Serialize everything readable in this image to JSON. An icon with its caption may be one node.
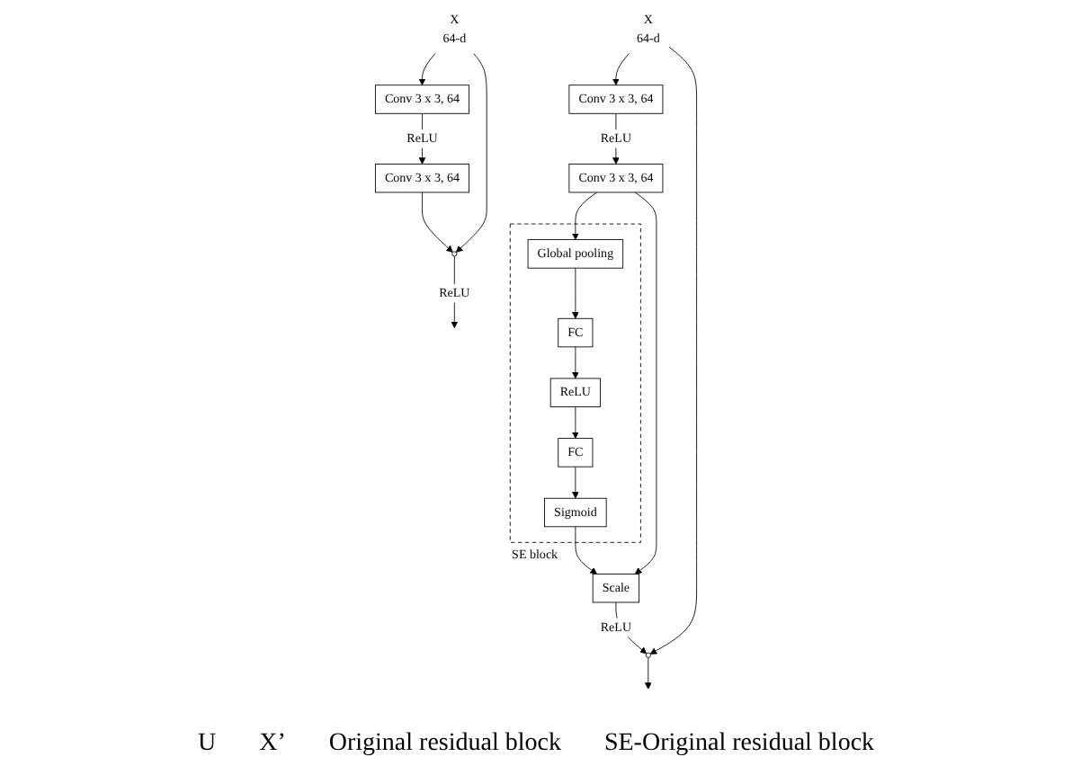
{
  "diagram": {
    "nodes": [
      {
        "text": [
          "X"
        ],
        "beside": [
          "64-d"
        ]
      },
      {
        "text": [
          "Conv 3 x 3, 64"
        ]
      },
      {
        "text": [
          "Conv 3 x 3, 64"
        ]
      },
      {
        "text": [],
        "shape": "circle"
      },
      {
        "text": [
          "X"
        ],
        "beside": [
          "64-d"
        ]
      },
      {
        "text": [
          "Conv 3 x 3, 64"
        ]
      },
      {
        "text": [
          "Conv 3 x 3, 64"
        ]
      },
      {
        "text": [
          "SE block"
        ]
      },
      {
        "text": [
          "Global pooling"
        ],
        "in": 7
      },
      {
        "text": [
          "FC"
        ],
        "in": 7
      },
      {
        "text": [
          "ReLU"
        ],
        "in": 7
      },
      {
        "text": [
          "FC"
        ],
        "in": 7
      },
      {
        "text": [
          "Sigmoid"
        ],
        "in": 7
      },
      {
        "text": [
          "Scale"
        ]
      },
      {
        "text": [],
        "shape": "circle"
      }
    ],
    "edges": [
      {
        "from": 0,
        "to": 1,
        "arrow": "to"
      },
      {
        "from": 1,
        "to": 2,
        "arrow": "to",
        "label": "ReLU"
      },
      {
        "from": 2,
        "to": 3,
        "arrow": "to"
      },
      {
        "from": 0,
        "to": 3,
        "arrow": "to"
      },
      {
        "from": 3,
        "to": null,
        "arrow": "to",
        "label": "ReLU"
      },
      {
        "from": 4,
        "to": 5,
        "arrow": "to"
      },
      {
        "from": 5,
        "to": 6,
        "arrow": "to",
        "label": "ReLU"
      },
      {
        "from": 6,
        "to": 8,
        "arrow": "to"
      },
      {
        "from": 8,
        "to": 9,
        "arrow": "to"
      },
      {
        "from": 9,
        "to": 10,
        "arrow": "to"
      },
      {
        "from": 10,
        "to": 11,
        "arrow": "to"
      },
      {
        "from": 11,
        "to": 12,
        "arrow": "to"
      },
      {
        "from": 6,
        "to": 13,
        "arrow": "to"
      },
      {
        "from": 12,
        "to": 13,
        "arrow": "to"
      },
      {
        "from": 13,
        "to": 14,
        "arrow": "to",
        "label": "ReLU"
      },
      {
        "from": 4,
        "to": 14,
        "arrow": "to"
      },
      {
        "from": 14,
        "to": null,
        "arrow": "to"
      }
    ],
    "labels": [
      "U",
      "X’",
      "Original residual block",
      "SE-Original residual block"
    ]
  }
}
